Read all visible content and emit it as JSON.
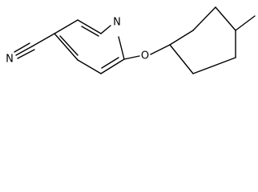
{
  "atoms": {
    "pyridine_nitrogen": "N",
    "ether_oxygen": "O",
    "nitrile_nitrogen": "N"
  }
}
